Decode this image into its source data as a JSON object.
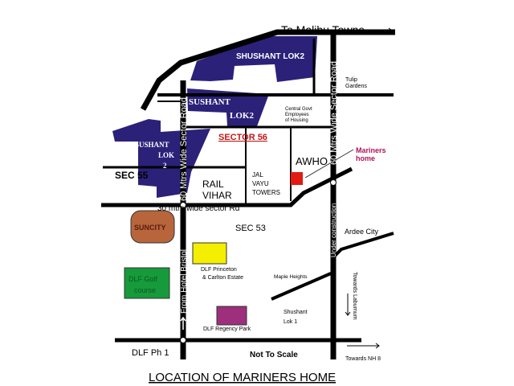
{
  "title": "LOCATION OF MARINERS HOME",
  "scale_note": "Not To Scale",
  "colors": {
    "road": "#000000",
    "sushant_lok": "#2b2179",
    "suncity": "#b8653c",
    "dlf_princeton": "#f4ee00",
    "dlf_golf": "#179a3b",
    "dlf_regency": "#9e2f7c",
    "mariners_home": "#e21a12",
    "mariners_label": "#b0125a",
    "sector56_label": "#c01818"
  },
  "labels": {
    "malibu": "To Malibu Towne",
    "shushant_lok2_top": "SHUSHANT LOK2",
    "sushant_mid_1": "SUSHANT",
    "sushant_mid_2": "LOK2",
    "sushant_left_1": "SUSHANT",
    "sushant_left_2": "LOK",
    "sushant_left_3": "2",
    "tulip_1": "Tulip",
    "tulip_2": "Gardens",
    "central_1": "Central Govt",
    "central_2": "Employees",
    "central_3": "of Housing",
    "sector56": "SECTOR 56",
    "awho": "AWHO",
    "mariners_1": "Mariners",
    "mariners_2": "home",
    "sec55": "SEC 55",
    "rail_1": "RAIL",
    "rail_2": "VIHAR",
    "jal_1": "JAL",
    "jal_2": "VAYU",
    "jal_3": "TOWERS",
    "sector_road_right": "60 Mtrs Wide Sector Road",
    "sector_road_left": "60 Mtrs Wide Sector Road",
    "sector_rd_30": "30 mtrs wide sector Rd",
    "suncity": "SUNCITY",
    "sec53": "SEC 53",
    "ardee": "Ardee City",
    "under_construction": "Under construction",
    "princeton_1": "DLF Princeton",
    "princeton_2": "& Carlton  Estate",
    "maple": "Maple Heights",
    "golf_1": "DLF  Golf",
    "golf_2": "course",
    "hotel_bristol": "From Hotel Bristol",
    "laburnum": "Towards Laburnum",
    "regency": "DLF Regency Park",
    "shushant1_1": "Shushant",
    "shushant1_2": "Lok 1",
    "dlf_ph1": "DLF Ph 1",
    "nh8": "Towards NH 8"
  }
}
